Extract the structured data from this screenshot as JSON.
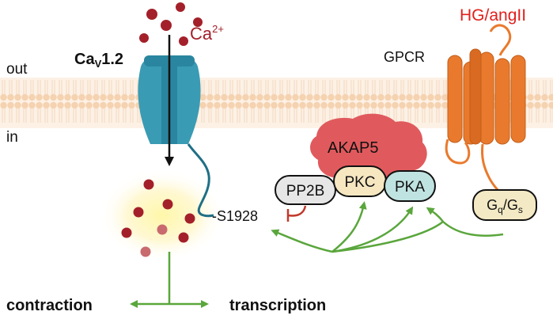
{
  "labels": {
    "out": "out",
    "in": "in",
    "channel_main": "Ca",
    "channel_sub": "V",
    "channel_suffix": "1.2",
    "calcium_main": "Ca",
    "calcium_sup": "2+",
    "stimulus": "HG/angII",
    "receptor": "GPCR",
    "scaffold": "AKAP5",
    "pp2b": "PP2B",
    "pkc": "PKC",
    "pka": "PKA",
    "gprotein_main": "G",
    "gprotein_sub1": "q",
    "gprotein_slash": "/G",
    "gprotein_sub2": "s",
    "site": "-S1928",
    "contraction": "contraction",
    "transcription": "transcription"
  },
  "colors": {
    "membrane": "#f7dcc2",
    "channel": "#3a9bb4",
    "channel_dark": "#1f6f86",
    "calcium": "#a3202a",
    "gpcr": "#e97a2d",
    "akap5": "#e05a5d",
    "pp2b": "#e6e6e6",
    "pkc": "#f6e7c1",
    "pka": "#bfe3e0",
    "gprotein": "#f3e9c4",
    "arrow": "#5aa63c",
    "inhibit": "#c0392b",
    "stimulus": "#e0201c"
  }
}
